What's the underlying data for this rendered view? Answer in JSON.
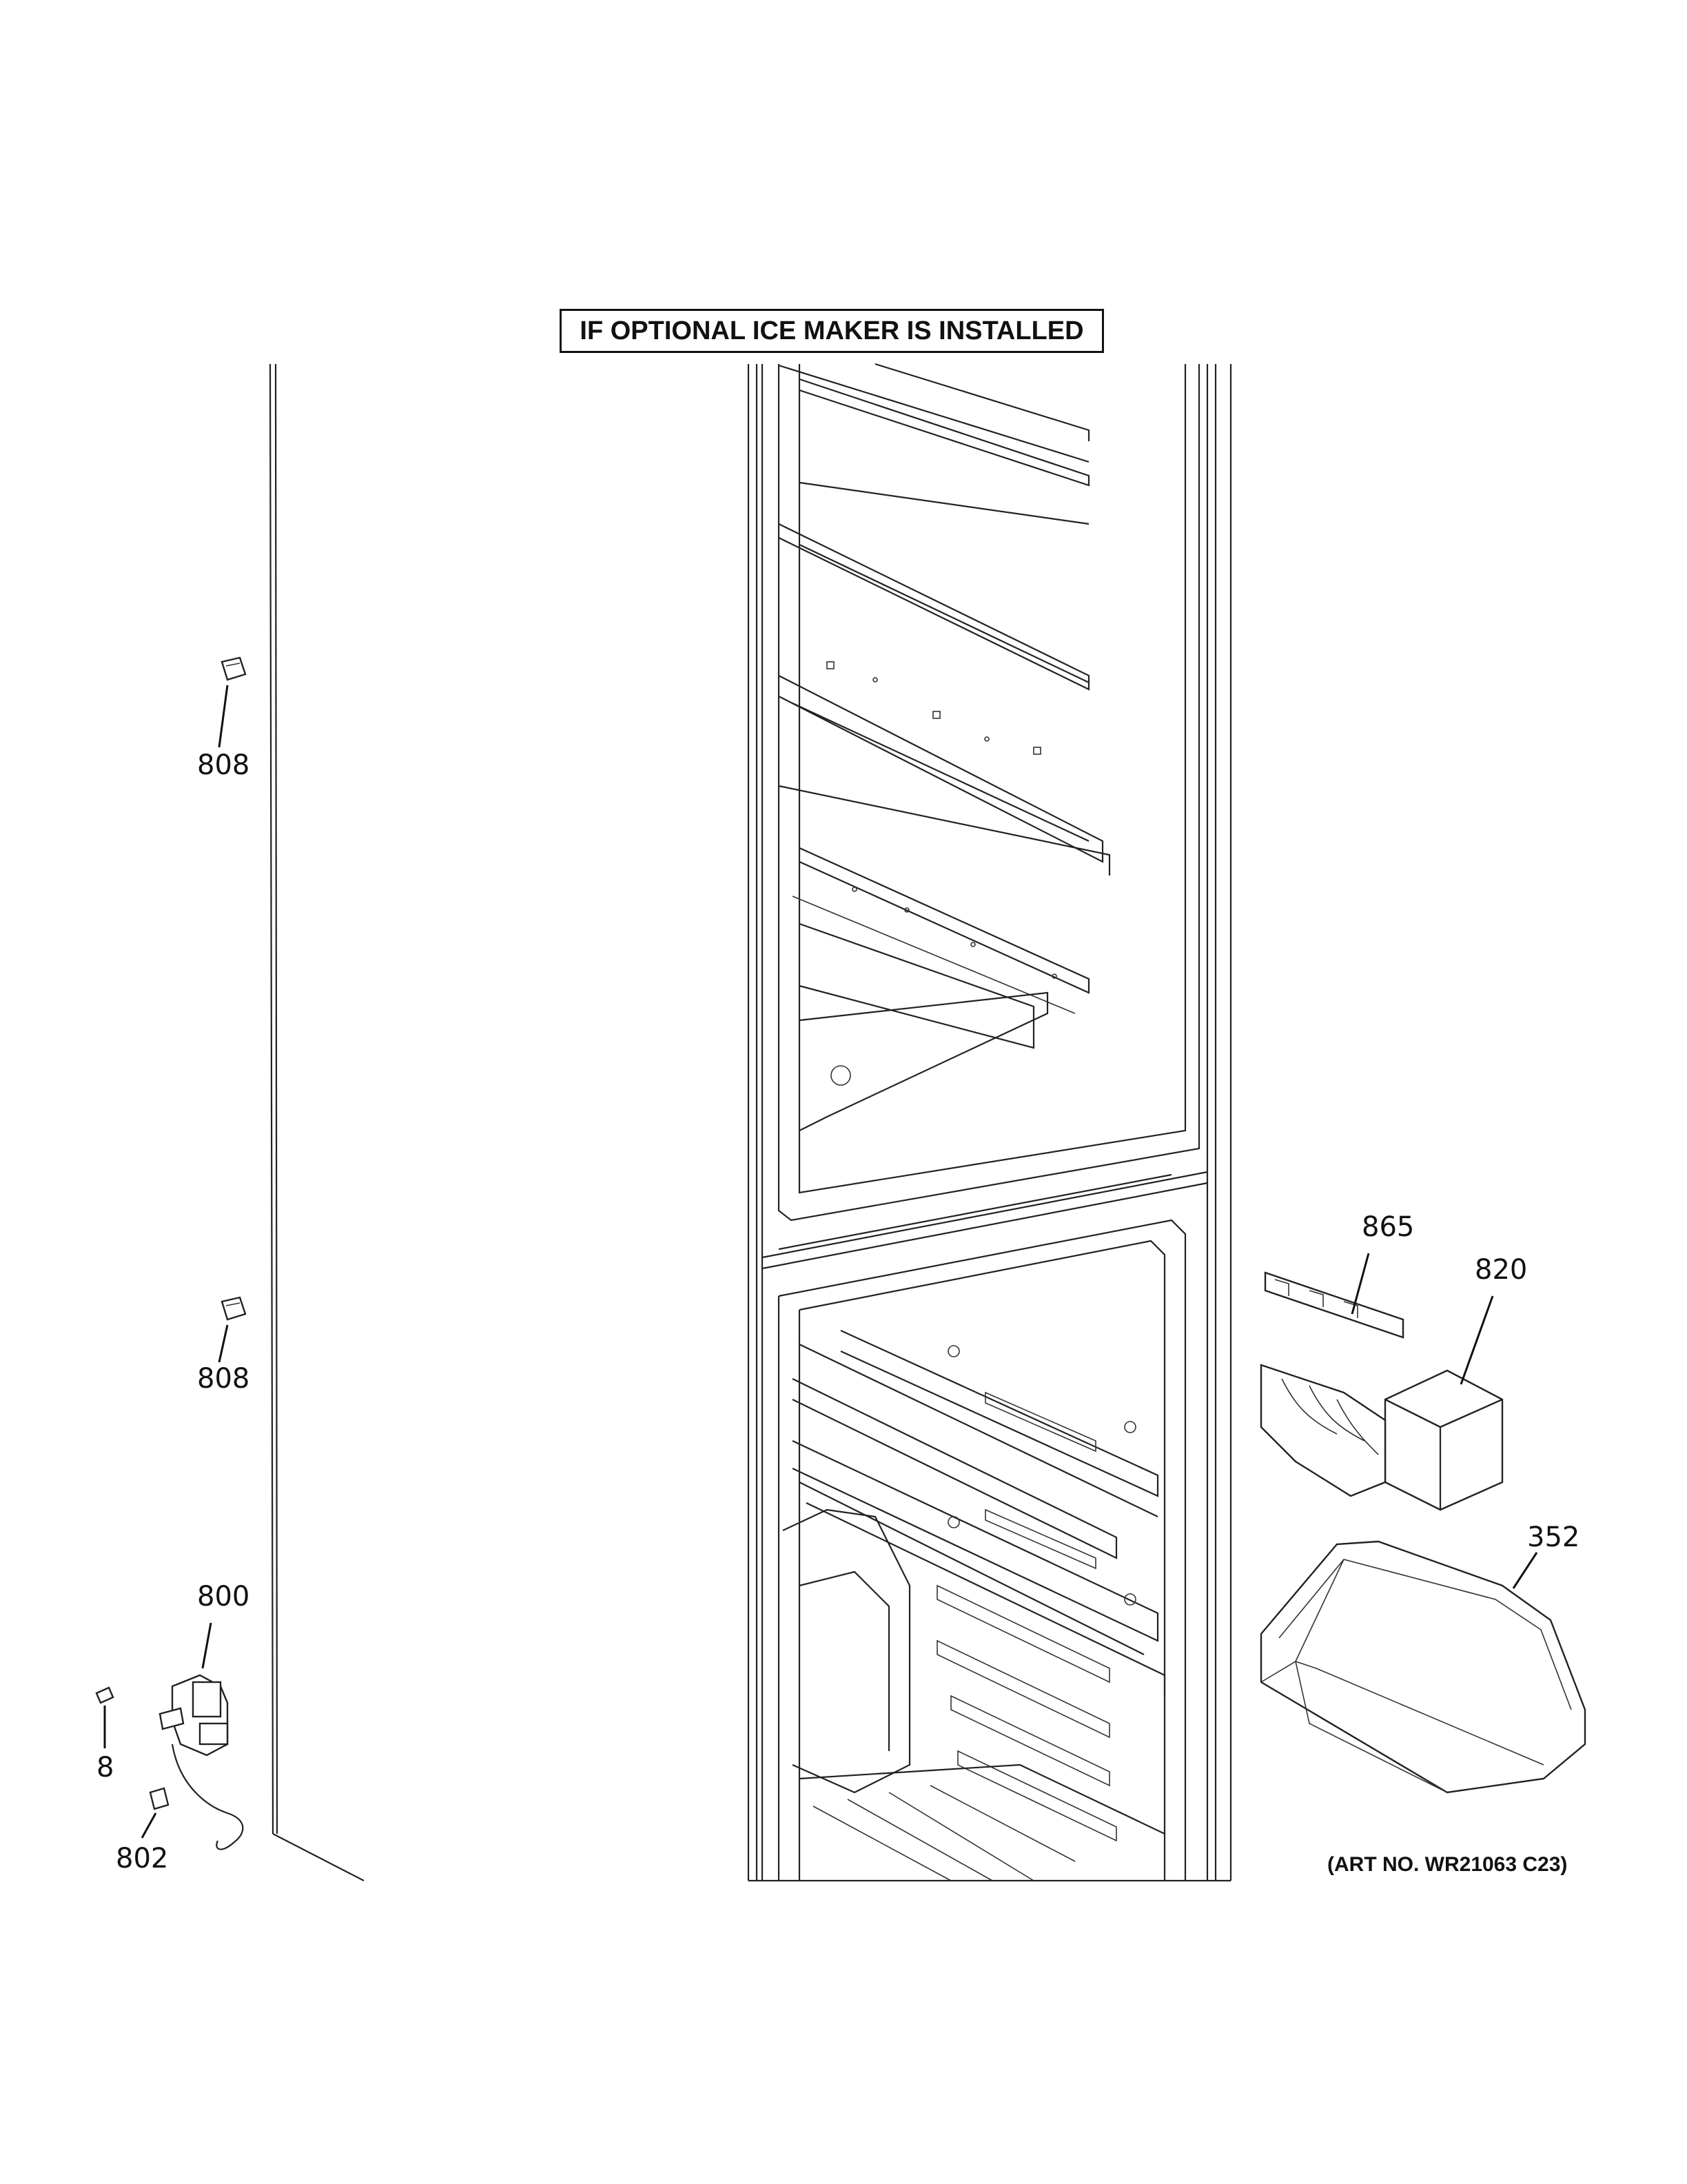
{
  "header": {
    "title": "IF OPTIONAL ICE MAKER IS INSTALLED"
  },
  "callouts": {
    "c808_top": "808",
    "c808_mid": "808",
    "c865": "865",
    "c820": "820",
    "c352": "352",
    "c800": "800",
    "c8": "8",
    "c802": "802"
  },
  "footer": {
    "art_number": "(ART NO. WR21063 C23)"
  }
}
